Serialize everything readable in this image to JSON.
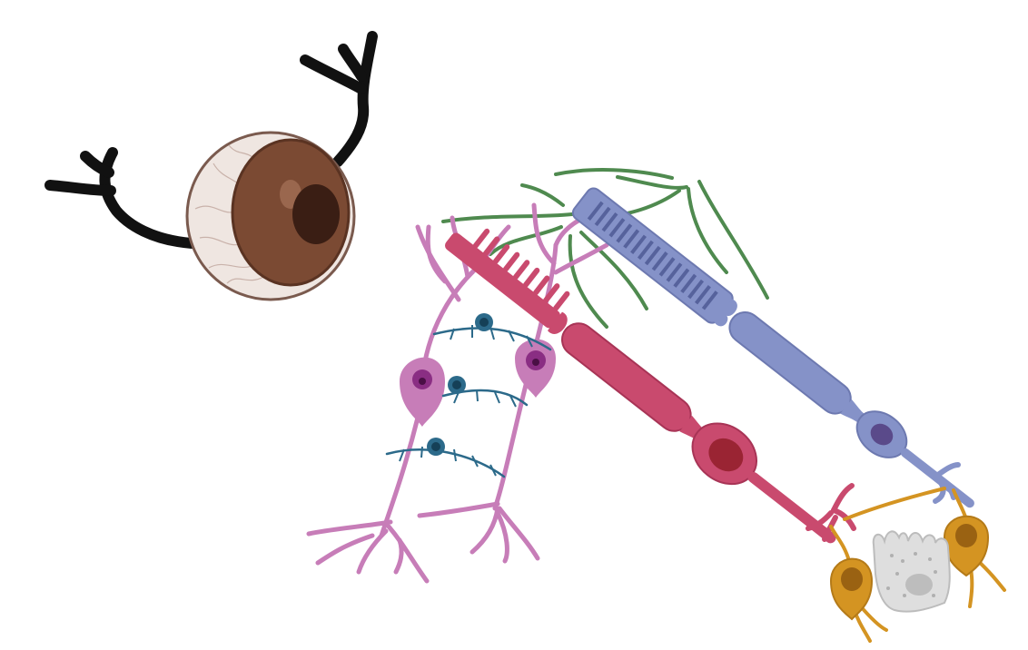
{
  "figure": {
    "background": "#ffffff",
    "components": [
      {
        "name": "eyeball",
        "icon": "eye-icon",
        "color": "#7a4a33"
      },
      {
        "name": "optic-nerve",
        "icon": "nerve-icon",
        "color": "#111111"
      },
      {
        "name": "rod-cell",
        "icon": "rod-icon",
        "color": "#7f8ec6"
      },
      {
        "name": "cone-cell",
        "icon": "cone-icon",
        "color": "#c94a6e"
      },
      {
        "name": "ganglion-cells",
        "icon": "ganglion-icon",
        "color": "#c77db8"
      },
      {
        "name": "amacrine-cells",
        "icon": "amacrine-icon",
        "color": "#2c6a8a"
      },
      {
        "name": "muller-glia",
        "icon": "glia-icon",
        "color": "#4f8a4f"
      },
      {
        "name": "bipolar-cells",
        "icon": "bipolar-icon",
        "color": "#d49422"
      },
      {
        "name": "pigment-cell",
        "icon": "pigment-cell-icon",
        "color": "#d8d8d8"
      }
    ]
  }
}
